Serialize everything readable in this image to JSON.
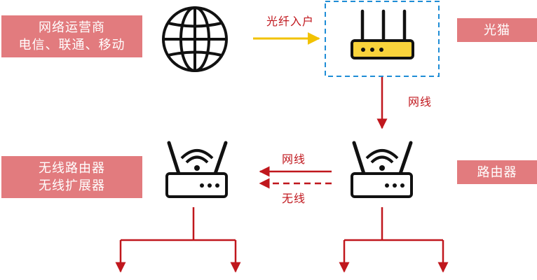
{
  "nodes": {
    "isp": {
      "line1": "网络运营商",
      "line2": "电信、联通、移动"
    },
    "modem": {
      "label": "光猫"
    },
    "extender": {
      "line1": "无线路由器",
      "line2": "无线扩展器"
    },
    "router": {
      "label": "路由器"
    }
  },
  "edges": {
    "fiber": "光纤入户",
    "modem_to_router": "网线",
    "router_to_extender_wired": "网线",
    "router_to_extender_wireless": "无线"
  },
  "colors": {
    "label_box": "#e27b7e",
    "arrow_red": "#c0171d",
    "fiber_yellow": "#f2c200",
    "dashed_blue": "#1f8dd6",
    "device_yellow": "#f9d33b",
    "device_stroke": "#111111"
  },
  "icons": [
    "globe-icon",
    "modem-icon",
    "wifi-router-icon"
  ]
}
